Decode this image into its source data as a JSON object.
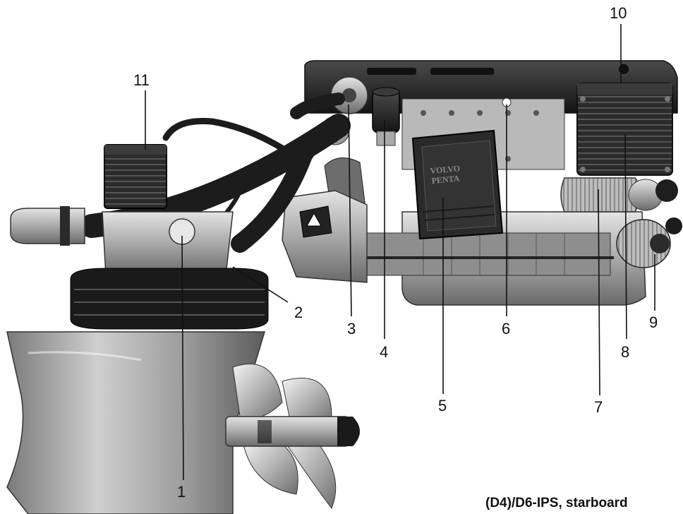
{
  "caption": "(D4)/D6-IPS, starboard",
  "callouts": [
    {
      "id": "1",
      "label": "1"
    },
    {
      "id": "2",
      "label": "2"
    },
    {
      "id": "3",
      "label": "3"
    },
    {
      "id": "4",
      "label": "4"
    },
    {
      "id": "5",
      "label": "5"
    },
    {
      "id": "6",
      "label": "6"
    },
    {
      "id": "7",
      "label": "7"
    },
    {
      "id": "8",
      "label": "8"
    },
    {
      "id": "9",
      "label": "9"
    },
    {
      "id": "10",
      "label": "10"
    },
    {
      "id": "11",
      "label": "11"
    }
  ],
  "emblem_text": [
    "VOLVO",
    "PENTA"
  ],
  "colors": {
    "line": "#111111",
    "dark": "#262626",
    "metal": "#a8a8a8",
    "light": "#d2d2d2"
  }
}
